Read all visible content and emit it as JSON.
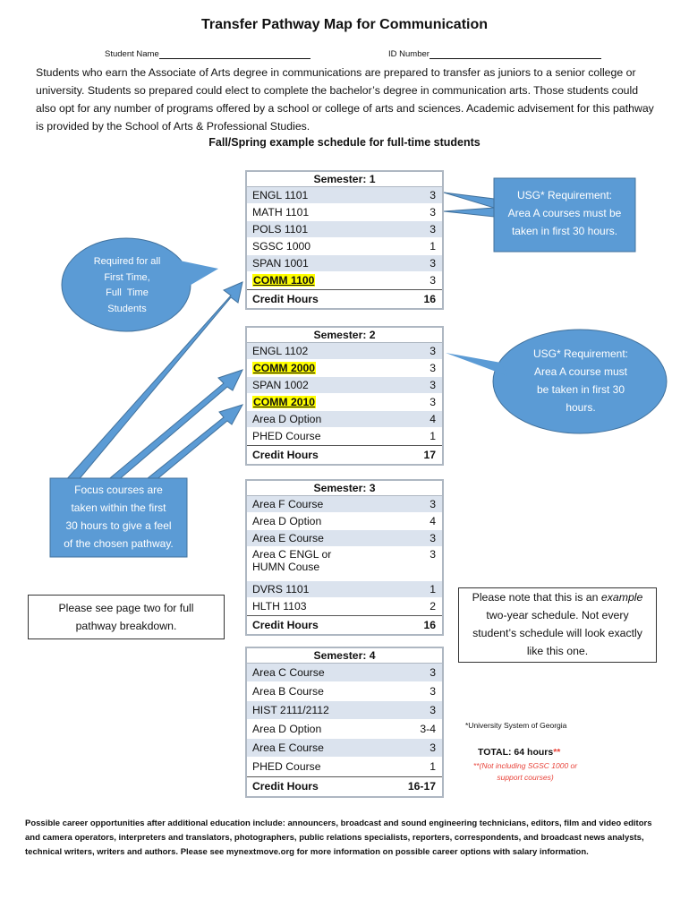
{
  "title": "Transfer Pathway Map for Communication",
  "fields": {
    "student_name_label": "Student Name",
    "id_number_label": "ID Number"
  },
  "intro": "Students who earn the Associate of Arts degree in communications are prepared to transfer as juniors to a senior college or university. Students so prepared could elect to complete the bachelor’s degree in communication arts. Those students could also opt for any number of programs offered by a school or college of arts and sciences. Academic advisement for this pathway is provided by the School of Arts & Professional Studies.",
  "schedule_heading": "Fall/Spring example schedule for full-time students",
  "semesters": [
    {
      "title": "Semester: 1",
      "courses": [
        {
          "name": "ENGL 1101",
          "credits": "3",
          "focus": false
        },
        {
          "name": "MATH 1101",
          "credits": "3",
          "focus": false
        },
        {
          "name": "POLS 1101",
          "credits": "3",
          "focus": false
        },
        {
          "name": "SGSC 1000",
          "credits": "1",
          "focus": false
        },
        {
          "name": "SPAN 1001",
          "credits": "3",
          "focus": false
        },
        {
          "name": "COMM 1100",
          "credits": "3",
          "focus": true
        }
      ],
      "total_label": "Credit Hours",
      "total": "16"
    },
    {
      "title": "Semester: 2",
      "courses": [
        {
          "name": "ENGL 1102",
          "credits": "3",
          "focus": false
        },
        {
          "name": "COMM 2000",
          "credits": "3",
          "focus": true
        },
        {
          "name": "SPAN 1002",
          "credits": "3",
          "focus": false
        },
        {
          "name": "COMM 2010",
          "credits": "3",
          "focus": true
        },
        {
          "name": "Area D Option",
          "credits": "4",
          "focus": false
        },
        {
          "name": "PHED Course",
          "credits": "1",
          "focus": false
        }
      ],
      "total_label": "Credit Hours",
      "total": "17"
    },
    {
      "title": "Semester: 3",
      "courses": [
        {
          "name": "Area F Course",
          "credits": "3",
          "focus": false
        },
        {
          "name": "Area D Option",
          "credits": "4",
          "focus": false
        },
        {
          "name": "Area E Course",
          "credits": "3",
          "focus": false
        },
        {
          "name": "Area C ENGL or",
          "credits": "3",
          "focus": false,
          "name2": "HUMN Couse"
        },
        {
          "name": "DVRS 1101",
          "credits": "1",
          "focus": false
        },
        {
          "name": "HLTH 1103",
          "credits": "2",
          "focus": false
        }
      ],
      "total_label": "Credit Hours",
      "total": "16"
    },
    {
      "title": "Semester: 4",
      "courses": [
        {
          "name": "Area C Course",
          "credits": "3",
          "focus": false
        },
        {
          "name": "Area B Course",
          "credits": "3",
          "focus": false
        },
        {
          "name": "HIST 2111/2112",
          "credits": "3",
          "focus": false
        },
        {
          "name": "Area D Option",
          "credits": "3-4",
          "focus": false
        },
        {
          "name": "Area E Course",
          "credits": "3",
          "focus": false
        },
        {
          "name": "PHED Course",
          "credits": "1",
          "focus": false
        }
      ],
      "total_label": "Credit Hours",
      "total": "16-17"
    }
  ],
  "callouts": {
    "required_first_time": [
      "Required for all",
      "First Time,",
      "Full  Time",
      "Students"
    ],
    "usg_area_a_1": [
      "USG* Requirement:",
      "Area A courses must be",
      "taken in first 30 hours."
    ],
    "usg_area_a_2": [
      "USG* Requirement:",
      "Area A course must",
      "be taken in first 30",
      "hours."
    ],
    "focus_courses": [
      "Focus courses are",
      "taken within the first",
      "30 hours to give a feel",
      "of the chosen pathway."
    ]
  },
  "notes": {
    "page_two": [
      "Please see page two for full",
      "pathway breakdown."
    ],
    "example_line1_pre": "Please note that this is an ",
    "example_line1_em": "example",
    "example_rest": [
      "two-year schedule. Not every",
      "student’s schedule will look exactly",
      "like this one."
    ]
  },
  "footnote": "*University System of Georgia",
  "total_hours": "TOTAL: 64 hours",
  "total_hours_mark": "**",
  "total_note": [
    "**(Not including SGSC 1000 or",
    "support courses)"
  ],
  "careers": "Possible career opportunities after additional education include: announcers, broadcast and sound engineering technicians, editors, film and video editors and camera operators, interpreters and translators, photographers, public relations specialists, reporters, correspondents, and broadcast news analysts, technical writers, writers and authors. Please see mynextmove.org for more information on possible career options with salary information.",
  "colors": {
    "callout_fill": "#5b9bd5",
    "callout_stroke": "#41719c",
    "row_alt": "#dbe3ee",
    "highlight": "#ffff00",
    "red": "#e8433a"
  }
}
